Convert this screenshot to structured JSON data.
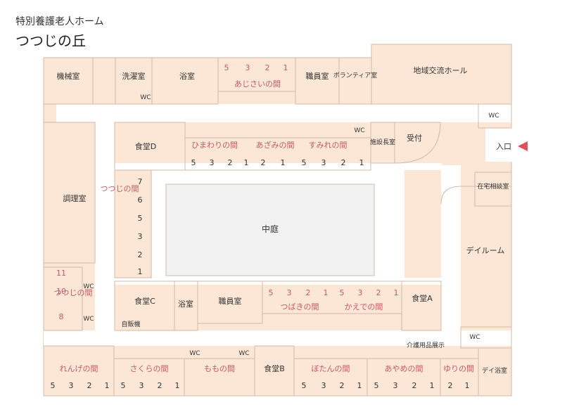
{
  "header": {
    "line1": "特別養護老人ホーム",
    "line2": "つつじの丘"
  },
  "entrance": {
    "label": "入口",
    "arrow_color": "#e0505a"
  },
  "colors": {
    "room_fill": "#fce6d6",
    "room_stroke": "#d4b9a5",
    "pink_text": "#c45a63",
    "courtyard_fill": "#f2f2f2"
  },
  "labels": {
    "kikaishitsu": "機械室",
    "sentakushitsu": "洗濯室",
    "yokushitsu1": "浴室",
    "wc_top": "WC",
    "ajisai": "あじさいの間",
    "shokuinshitsu1": "職員室",
    "volunteer": "ボランティア室",
    "chiiki_hall": "地域交流ホール",
    "wc_right": "WC",
    "shokudo_d": "食堂D",
    "himawari": "ひまわりの間",
    "azami": "あざみの間",
    "sumire": "すみれの間",
    "wc_mid": "WC",
    "shisetsucho": "施設長室",
    "uketsuke": "受付",
    "zaitaku": "在宅相談室",
    "chotei": "調理室",
    "tsutsuji_v": "つつじの間",
    "nakaniwa": "中庭",
    "day_room": "デイルーム",
    "tsutsuji2": "つつじの間",
    "wc_l1": "WC",
    "wc_l2": "WC",
    "shokudo_c": "食堂C",
    "yokushitsu2": "浴室",
    "shokuinshitsu2": "職員室",
    "tsubaki": "つばきの間",
    "kaede": "かえでの間",
    "shokudo_a": "食堂A",
    "jihanki": "自販機",
    "kaigo": "介護用品展示",
    "wc_b1": "WC",
    "wc_b2": "WC",
    "wc_b3": "WC",
    "renge": "れんげの間",
    "sakura": "さくらの間",
    "momo": "ももの間",
    "shokudo_b": "食堂B",
    "botan": "ぼたんの間",
    "ayame": "あやめの間",
    "yuri": "ゆりの間",
    "day_yoku": "デイ浴室"
  },
  "room_numbers": {
    "ajisai": [
      "5",
      "3",
      "2",
      "1"
    ],
    "himawari": [
      "5",
      "3",
      "2",
      "1"
    ],
    "azami": [
      "2",
      "1"
    ],
    "sumire": [
      "5",
      "3",
      "2",
      "1"
    ],
    "tsutsuji_col": [
      "7",
      "6",
      "5",
      "3",
      "2",
      "1"
    ],
    "tsutsuji2": [
      "11",
      "10",
      "8"
    ],
    "tsubaki": [
      "5",
      "3",
      "2",
      "1"
    ],
    "kaede": [
      "5",
      "3",
      "2",
      "1"
    ],
    "renge": [
      "5",
      "3",
      "2",
      "1"
    ],
    "sakura": [
      "5",
      "3",
      "2",
      "1"
    ],
    "botan": [
      "5",
      "3",
      "2",
      "1"
    ],
    "ayame": [
      "5",
      "3",
      "2",
      "1"
    ],
    "yuri": [
      "2",
      "1"
    ]
  }
}
